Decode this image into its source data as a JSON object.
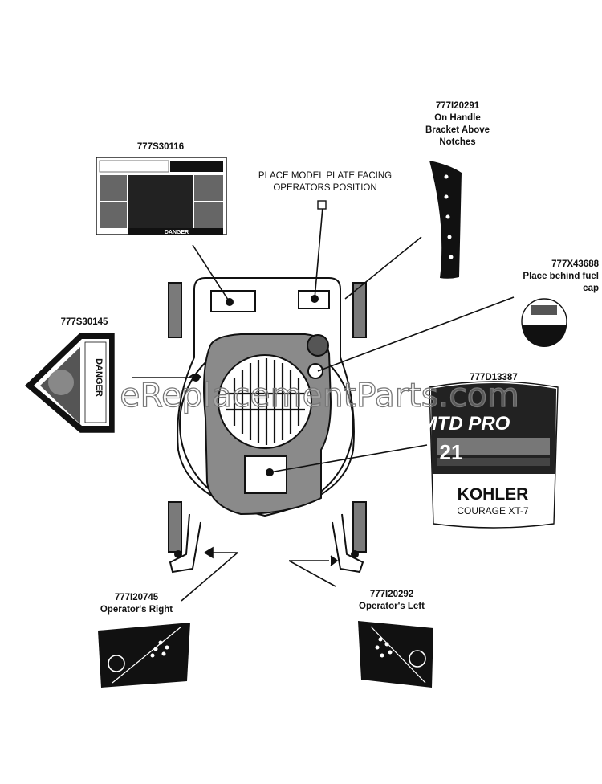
{
  "labels": {
    "part_1": "777S30116",
    "part_2_line1": "777I20291",
    "part_2_line2": "On Handle",
    "part_2_line3": "Bracket Above",
    "part_2_line4": "Notches",
    "model_plate_line1": "PLACE MODEL PLATE FACING",
    "model_plate_line2": "OPERATORS POSITION",
    "part_3_line1": "777X43688",
    "part_3_line2": "Place behind fuel",
    "part_3_line3": "cap",
    "part_4": "777S30145",
    "part_5": "777D13387",
    "part_6_line1": "777I20745",
    "part_6_line2": "Operator's Right",
    "part_7_line1": "777I20292",
    "part_7_line2": "Operator's Left"
  },
  "decals": {
    "danger_word": "DANGER",
    "mtd_brand": "MTD PRO",
    "mtd_size": "21",
    "kohler_brand": "KOHLER",
    "kohler_model": "COURAGE XT-7"
  },
  "watermark": "eReplacementParts.com",
  "colors": {
    "ink": "#111111",
    "fill_gray": "#8a8a8a",
    "dark_gray": "#555555"
  }
}
